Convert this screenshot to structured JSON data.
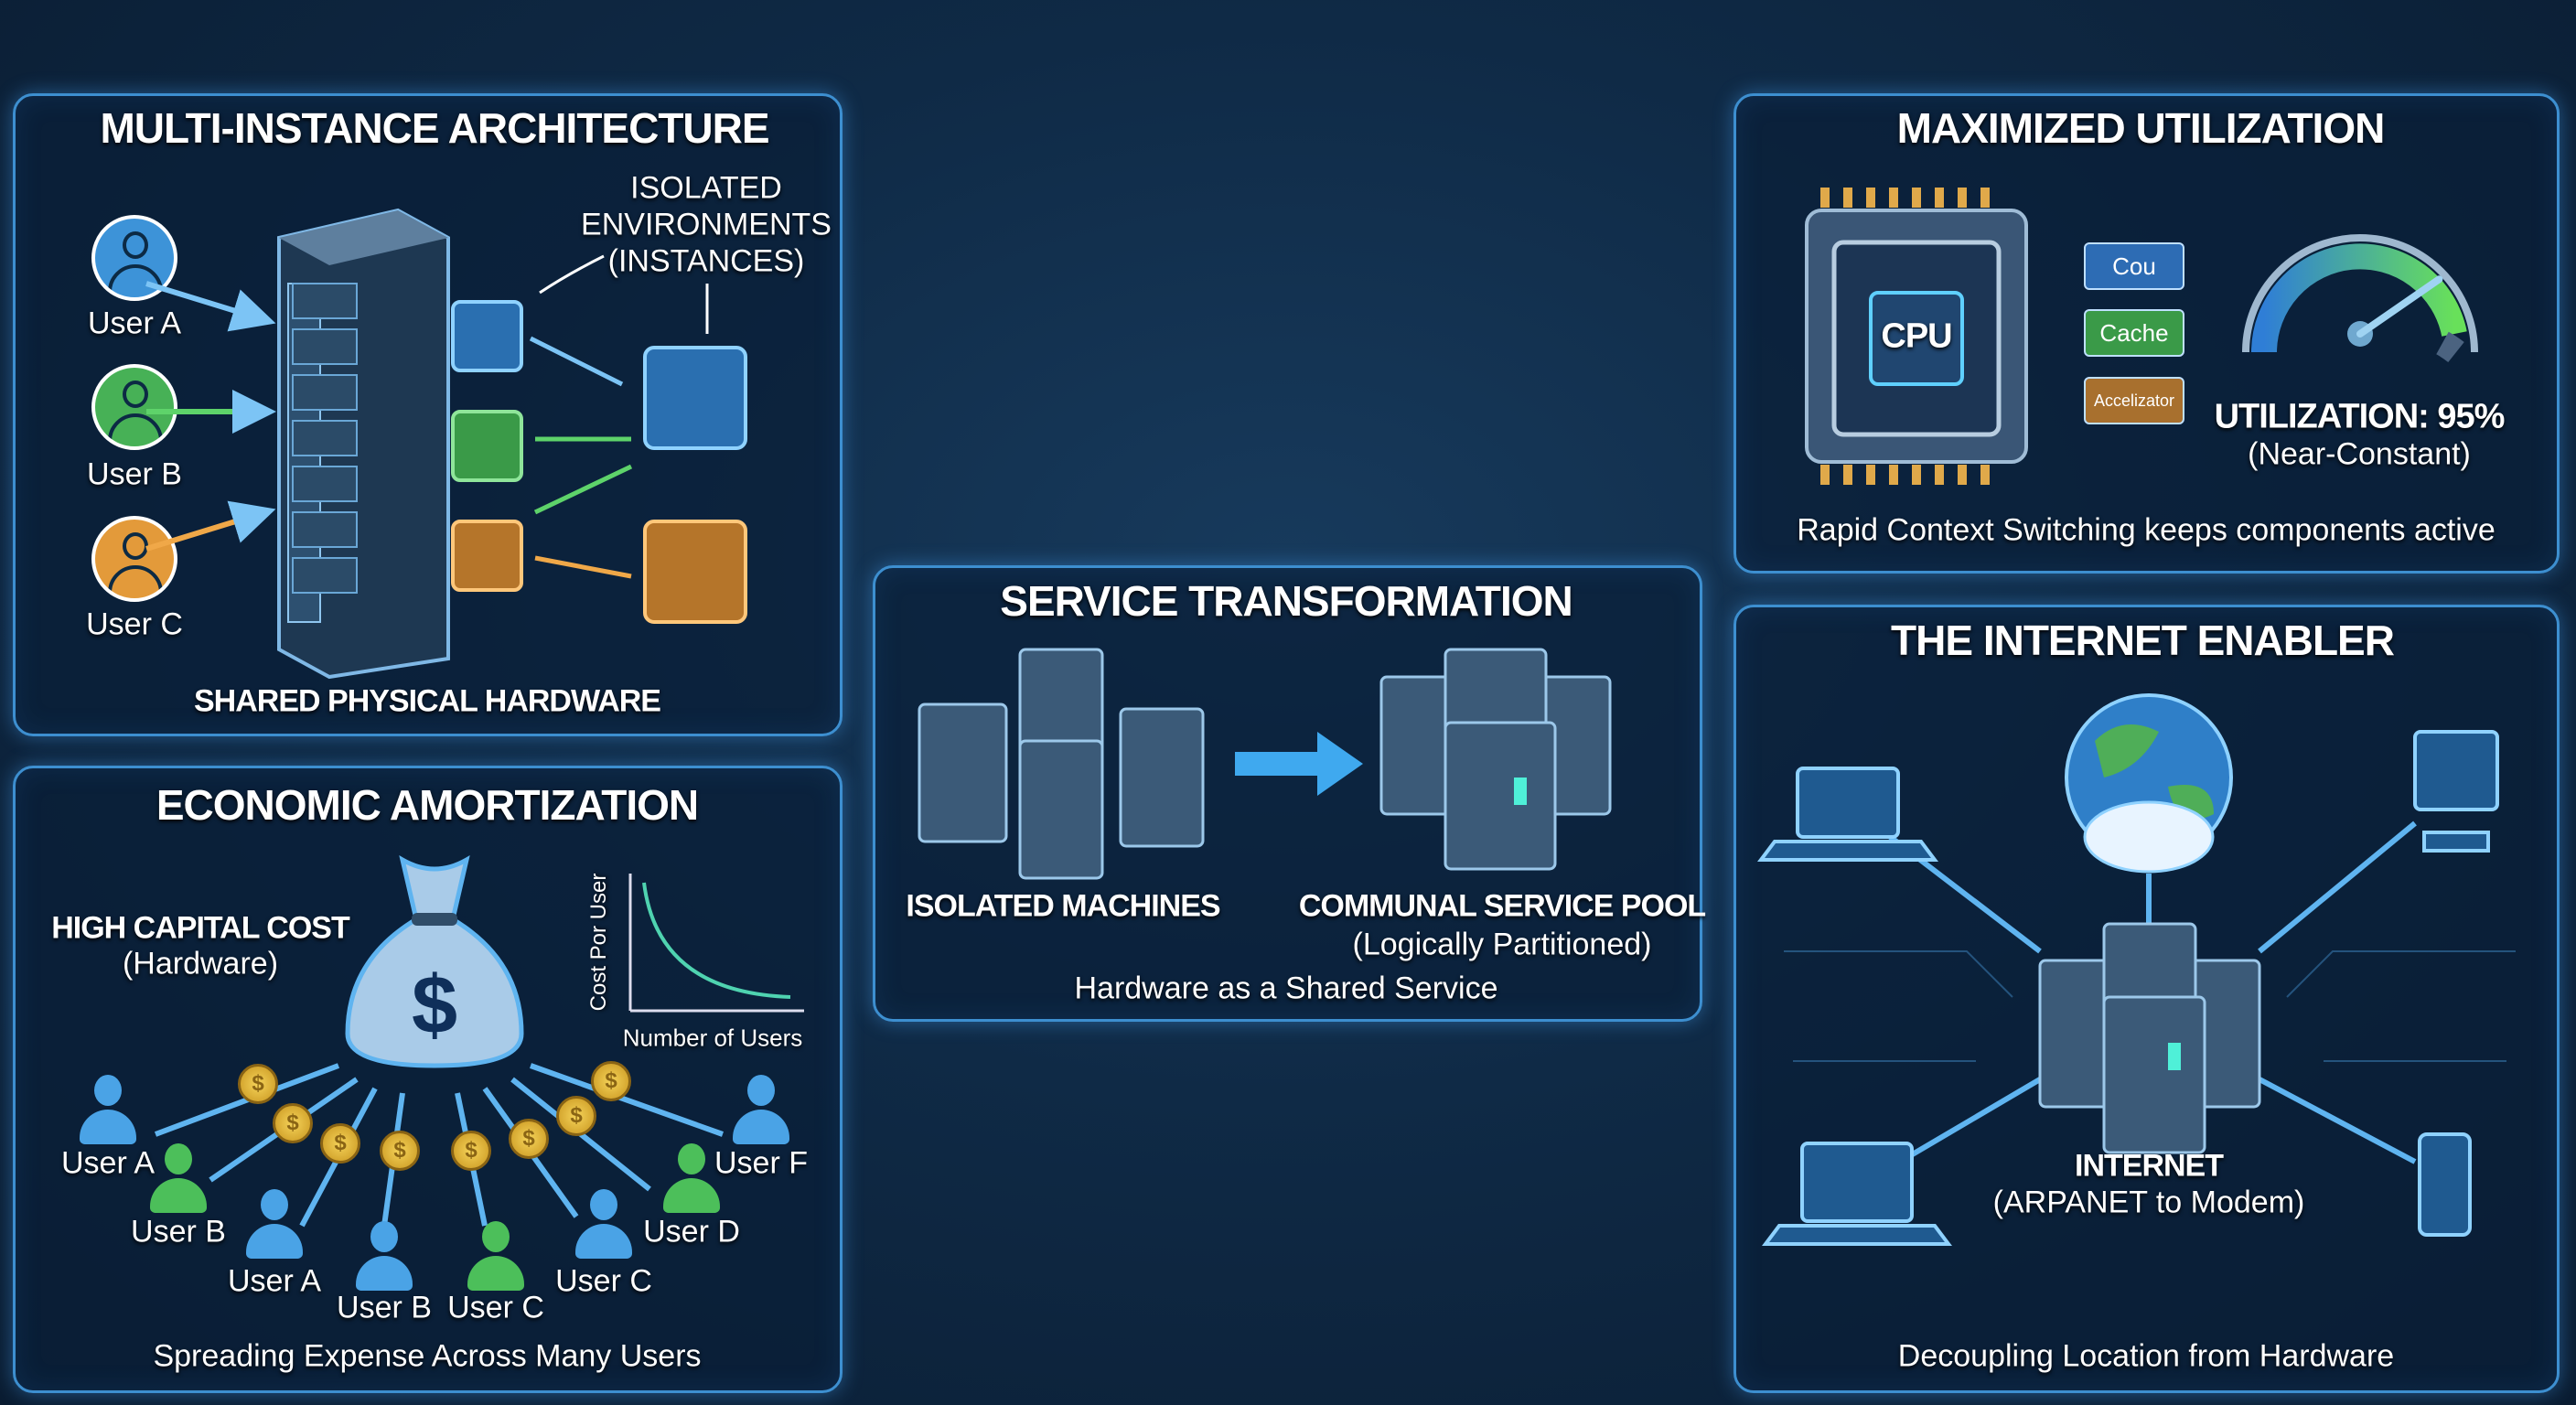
{
  "multi_instance": {
    "title": "MULTI-INSTANCE ARCHITECTURE",
    "users": [
      "User A",
      "User B",
      "User C"
    ],
    "callout": [
      "ISOLATED",
      "ENVIRONMENTS",
      "(INSTANCES)"
    ],
    "footer": "SHARED PHYSICAL HARDWARE"
  },
  "economic": {
    "title": "ECONOMIC AMORTIZATION",
    "cost_title": "HIGH CAPITAL COST",
    "cost_sub": "(Hardware)",
    "currency_symbol": "$",
    "chart": {
      "ylabel": "Cost Por User",
      "xlabel": "Number of Users"
    },
    "users": [
      "User A",
      "User B",
      "User A",
      "User B",
      "User C",
      "User C",
      "User D",
      "User F"
    ],
    "footer": "Spreading Expense Across Many Users"
  },
  "service": {
    "title": "SERVICE TRANSFORMATION",
    "left_label": "ISOLATED MACHINES",
    "right_label": "COMMUNAL SERVICE POOL",
    "right_sub": "(Logically Partitioned)",
    "footer": "Hardware as a Shared Service"
  },
  "utilization": {
    "title": "MAXIMIZED UTILIZATION",
    "chip_label": "CPU",
    "components": [
      "Cou",
      "Cache",
      "Accelizator"
    ],
    "gauge_value": 95,
    "value_label": "UTILIZATION: 95%",
    "value_sub": "(Near-Constant)",
    "footer": "Rapid Context Switching keeps components active"
  },
  "internet": {
    "title": "THE INTERNET ENABLER",
    "center_label": "INTERNET",
    "center_sub": "(ARPANET to Modem)",
    "footer": "Decoupling Location from Hardware"
  },
  "colors": {
    "accent": "#3d8fd0",
    "blue": "#4aa3e6",
    "green": "#4cbf5a",
    "orange": "#e39a3a"
  }
}
